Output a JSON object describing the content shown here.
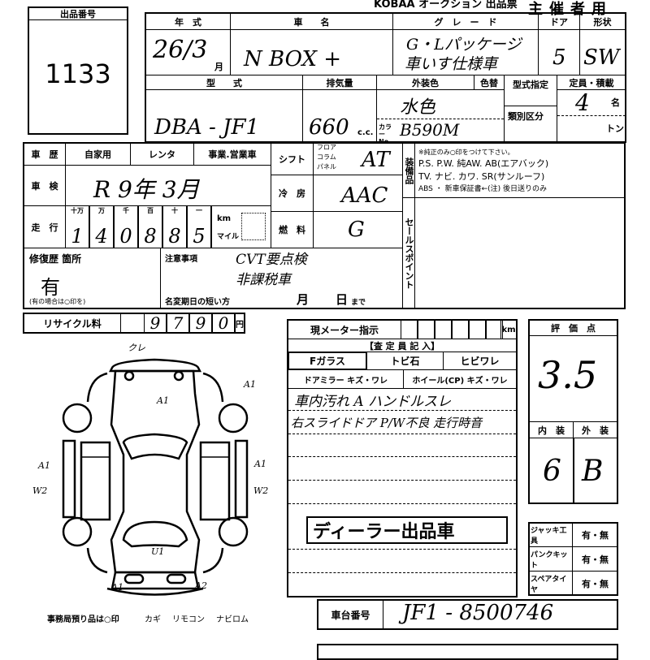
{
  "header": {
    "form_title": "KOBAA オークション 出品票",
    "copy_label": "主催者用"
  },
  "lot": {
    "label": "出品番号",
    "number": "1133"
  },
  "vehicle": {
    "year_label": "年　式",
    "year": "26/3",
    "month_unit": "月",
    "name_label": "車　　名",
    "name": "N BOX +",
    "grade_label": "グ　レ　ー　ド",
    "grade_line1": "G・Lパッケージ",
    "grade_line2": "車いす仕様車",
    "doors_label": "ドア",
    "doors": "5",
    "shape_label": "形状",
    "shape": "SW",
    "model_label": "型　　式",
    "model": "DBA - JF1",
    "displacement_label": "排気量",
    "displacement": "660",
    "cc_unit": "c.c.",
    "color_label": "外装色",
    "color": "水色",
    "color_change_label": "色替",
    "color_no_label": "カラーNo.",
    "color_no": "B590M",
    "type_designation_label": "型式指定",
    "category_label": "類別区分",
    "capacity_label": "定員・積載",
    "capacity": "4",
    "persons_unit": "名",
    "ton_unit": "トン"
  },
  "history": {
    "label": "車　歴",
    "options": [
      "自家用",
      "レンタ",
      "事業.営業車"
    ]
  },
  "inspection": {
    "label": "車　検",
    "value": "R 9年 3月"
  },
  "mileage": {
    "label": "走　行",
    "digit_labels": [
      "十万",
      "万",
      "千",
      "百",
      "十",
      "一"
    ],
    "digits": [
      "1",
      "4",
      "0",
      "8",
      "8",
      "5"
    ],
    "unit_km": "km",
    "unit_mile": "マイル"
  },
  "shift": {
    "label": "シフト",
    "options": [
      "フロア",
      "コラム",
      "パネル"
    ],
    "value": "AT"
  },
  "ac": {
    "label": "冷　房",
    "value": "AAC"
  },
  "fuel": {
    "label": "燃　料",
    "value": "G"
  },
  "equipment": {
    "label": "装備品",
    "note": "※純正のみ○印をつけて下さい。",
    "line1": "P.S. P.W. 純AW. AB(エアバック)",
    "line2": "TV. ナビ. カワ. SR(サンルーフ)",
    "line3": "ABS ・ 新車保証書←(注) 後日送りのみ"
  },
  "sales_point": {
    "label": "セールスポイント"
  },
  "repair": {
    "label": "修復歴 箇所",
    "value": "有",
    "note": "(有の場合は○印を)"
  },
  "notes": {
    "label": "注意事項",
    "line1": "CVT要点検",
    "line2": "非課税車",
    "name_change_label": "名変期日の短い方",
    "month": "月",
    "day": "日",
    "until": "まで"
  },
  "recycle": {
    "label": "リサイクル料",
    "digits": [
      "9",
      "7",
      "9",
      "0"
    ],
    "unit": "円"
  },
  "meter": {
    "label": "現メーター指示",
    "unit": "km",
    "inspector_label": "【査 定 員 記 入】",
    "fglass": "Fガラス",
    "chip": "トビ石",
    "crack": "ヒビワレ",
    "mirror": "ドアミラー キズ・ワレ",
    "wheel": "ホイール(CP) キズ・ワレ",
    "remarks": [
      "車内汚れ A ハンドルスレ",
      "右スライドドア P/W不良 走行時音"
    ],
    "stamp": "ディーラー出品車"
  },
  "score": {
    "label": "評　価　点",
    "value": "3.5",
    "interior_label": "内　装",
    "exterior_label": "外　装",
    "interior": "6",
    "exterior": "B"
  },
  "tools": [
    {
      "label": "ジャッキ工具",
      "value": "有・無"
    },
    {
      "label": "パンクキット",
      "value": "有・無"
    },
    {
      "label": "スペアタイヤ",
      "value": "有・無"
    }
  ],
  "chassis": {
    "label": "車台番号",
    "value": "JF1 - 8500746"
  },
  "diagram": {
    "marks": [
      "クレ",
      "A1",
      "A1",
      "A1",
      "W2",
      "A1",
      "W2",
      "U1",
      "A1",
      "A2"
    ]
  },
  "footer": {
    "text": "事務局預り品は○印",
    "items": [
      "カギ",
      "リモコン",
      "ナビロム"
    ]
  }
}
